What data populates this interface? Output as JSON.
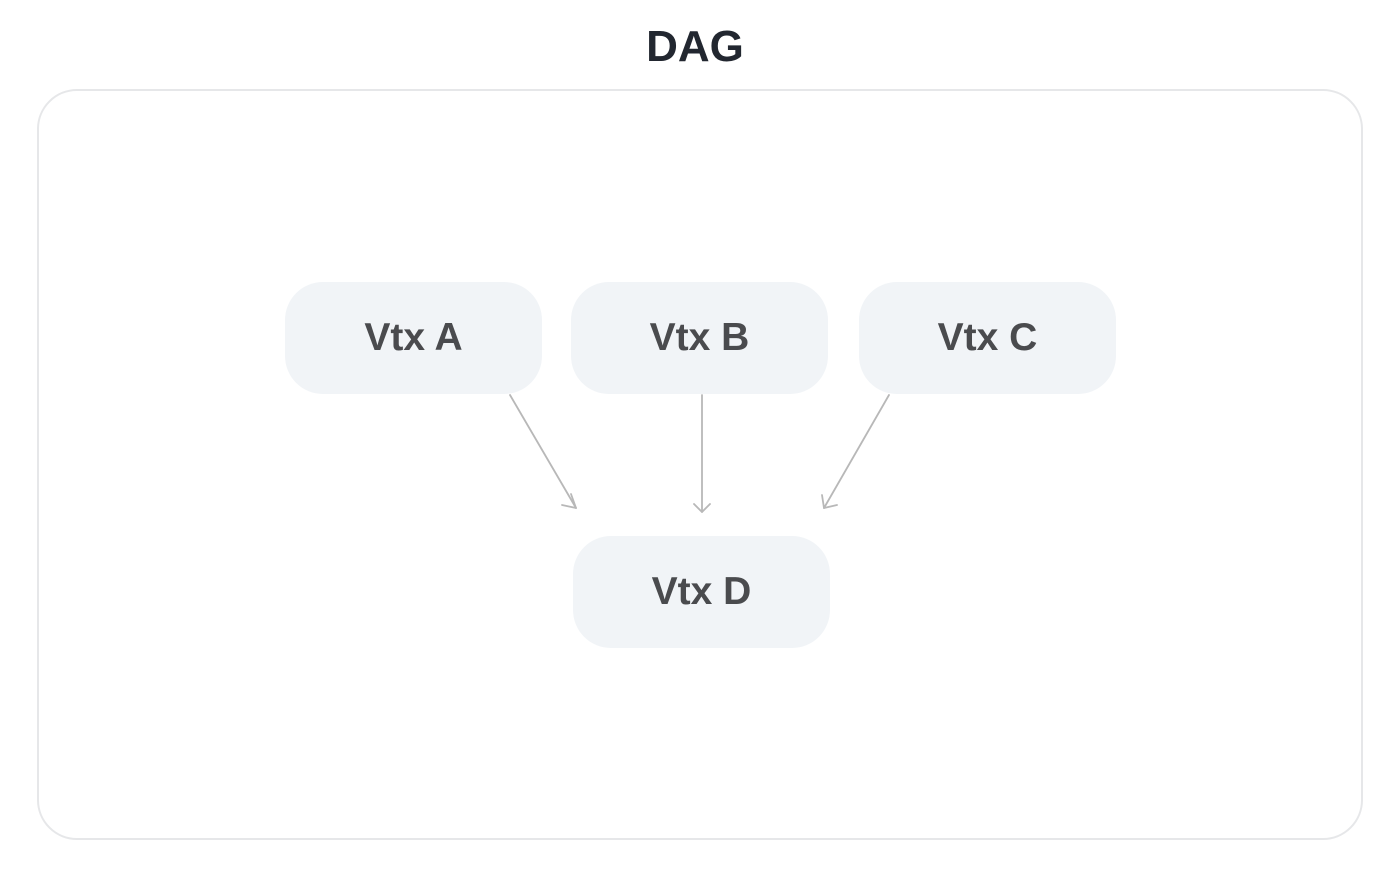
{
  "diagram": {
    "title": "DAG",
    "nodes": [
      {
        "id": "a",
        "label": "Vtx A"
      },
      {
        "id": "b",
        "label": "Vtx B"
      },
      {
        "id": "c",
        "label": "Vtx C"
      },
      {
        "id": "d",
        "label": "Vtx D"
      }
    ],
    "edges": [
      {
        "from": "a",
        "to": "d"
      },
      {
        "from": "b",
        "to": "d"
      },
      {
        "from": "c",
        "to": "d"
      }
    ],
    "colors": {
      "node_fill": "#f1f4f7",
      "node_text": "#4a4b4e",
      "edge": "#b8b8b8",
      "frame_border": "#e6e7e9",
      "title": "#222730"
    }
  }
}
